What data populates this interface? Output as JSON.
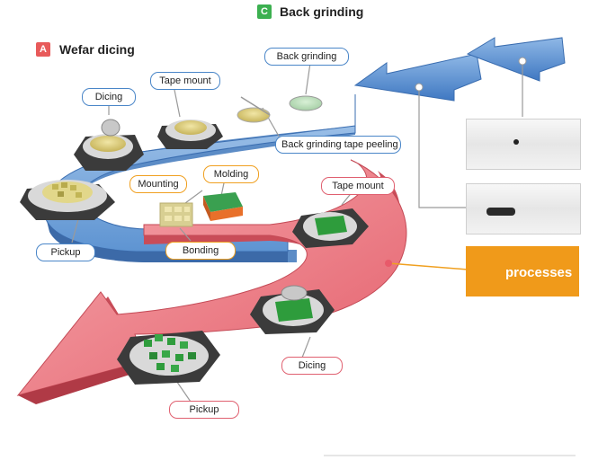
{
  "sections": {
    "a": {
      "badge": "A",
      "title": "Wefar dicing",
      "color": "#e85a5a"
    },
    "c": {
      "badge": "C",
      "title": "Back grinding",
      "color": "#3cb050"
    }
  },
  "labels": {
    "dicing_top": "Dicing",
    "tape_mount_top": "Tape mount",
    "back_grinding": "Back grinding",
    "tape_peeling": "Back grinding tape peeling",
    "pickup_top": "Pickup",
    "mounting": "Mounting",
    "molding": "Molding",
    "bonding": "Bonding",
    "tape_mount_red": "Tape mount",
    "dicing_red": "Dicing",
    "pickup_red": "Pickup"
  },
  "callout": {
    "text": "processes",
    "color": "#f09a1a"
  },
  "colors": {
    "blue_band": "#6aa0d8",
    "red_band": "#e85a6a",
    "label_blue": "#4a86c8",
    "label_orange": "#f0a020",
    "label_red": "#e06070"
  }
}
